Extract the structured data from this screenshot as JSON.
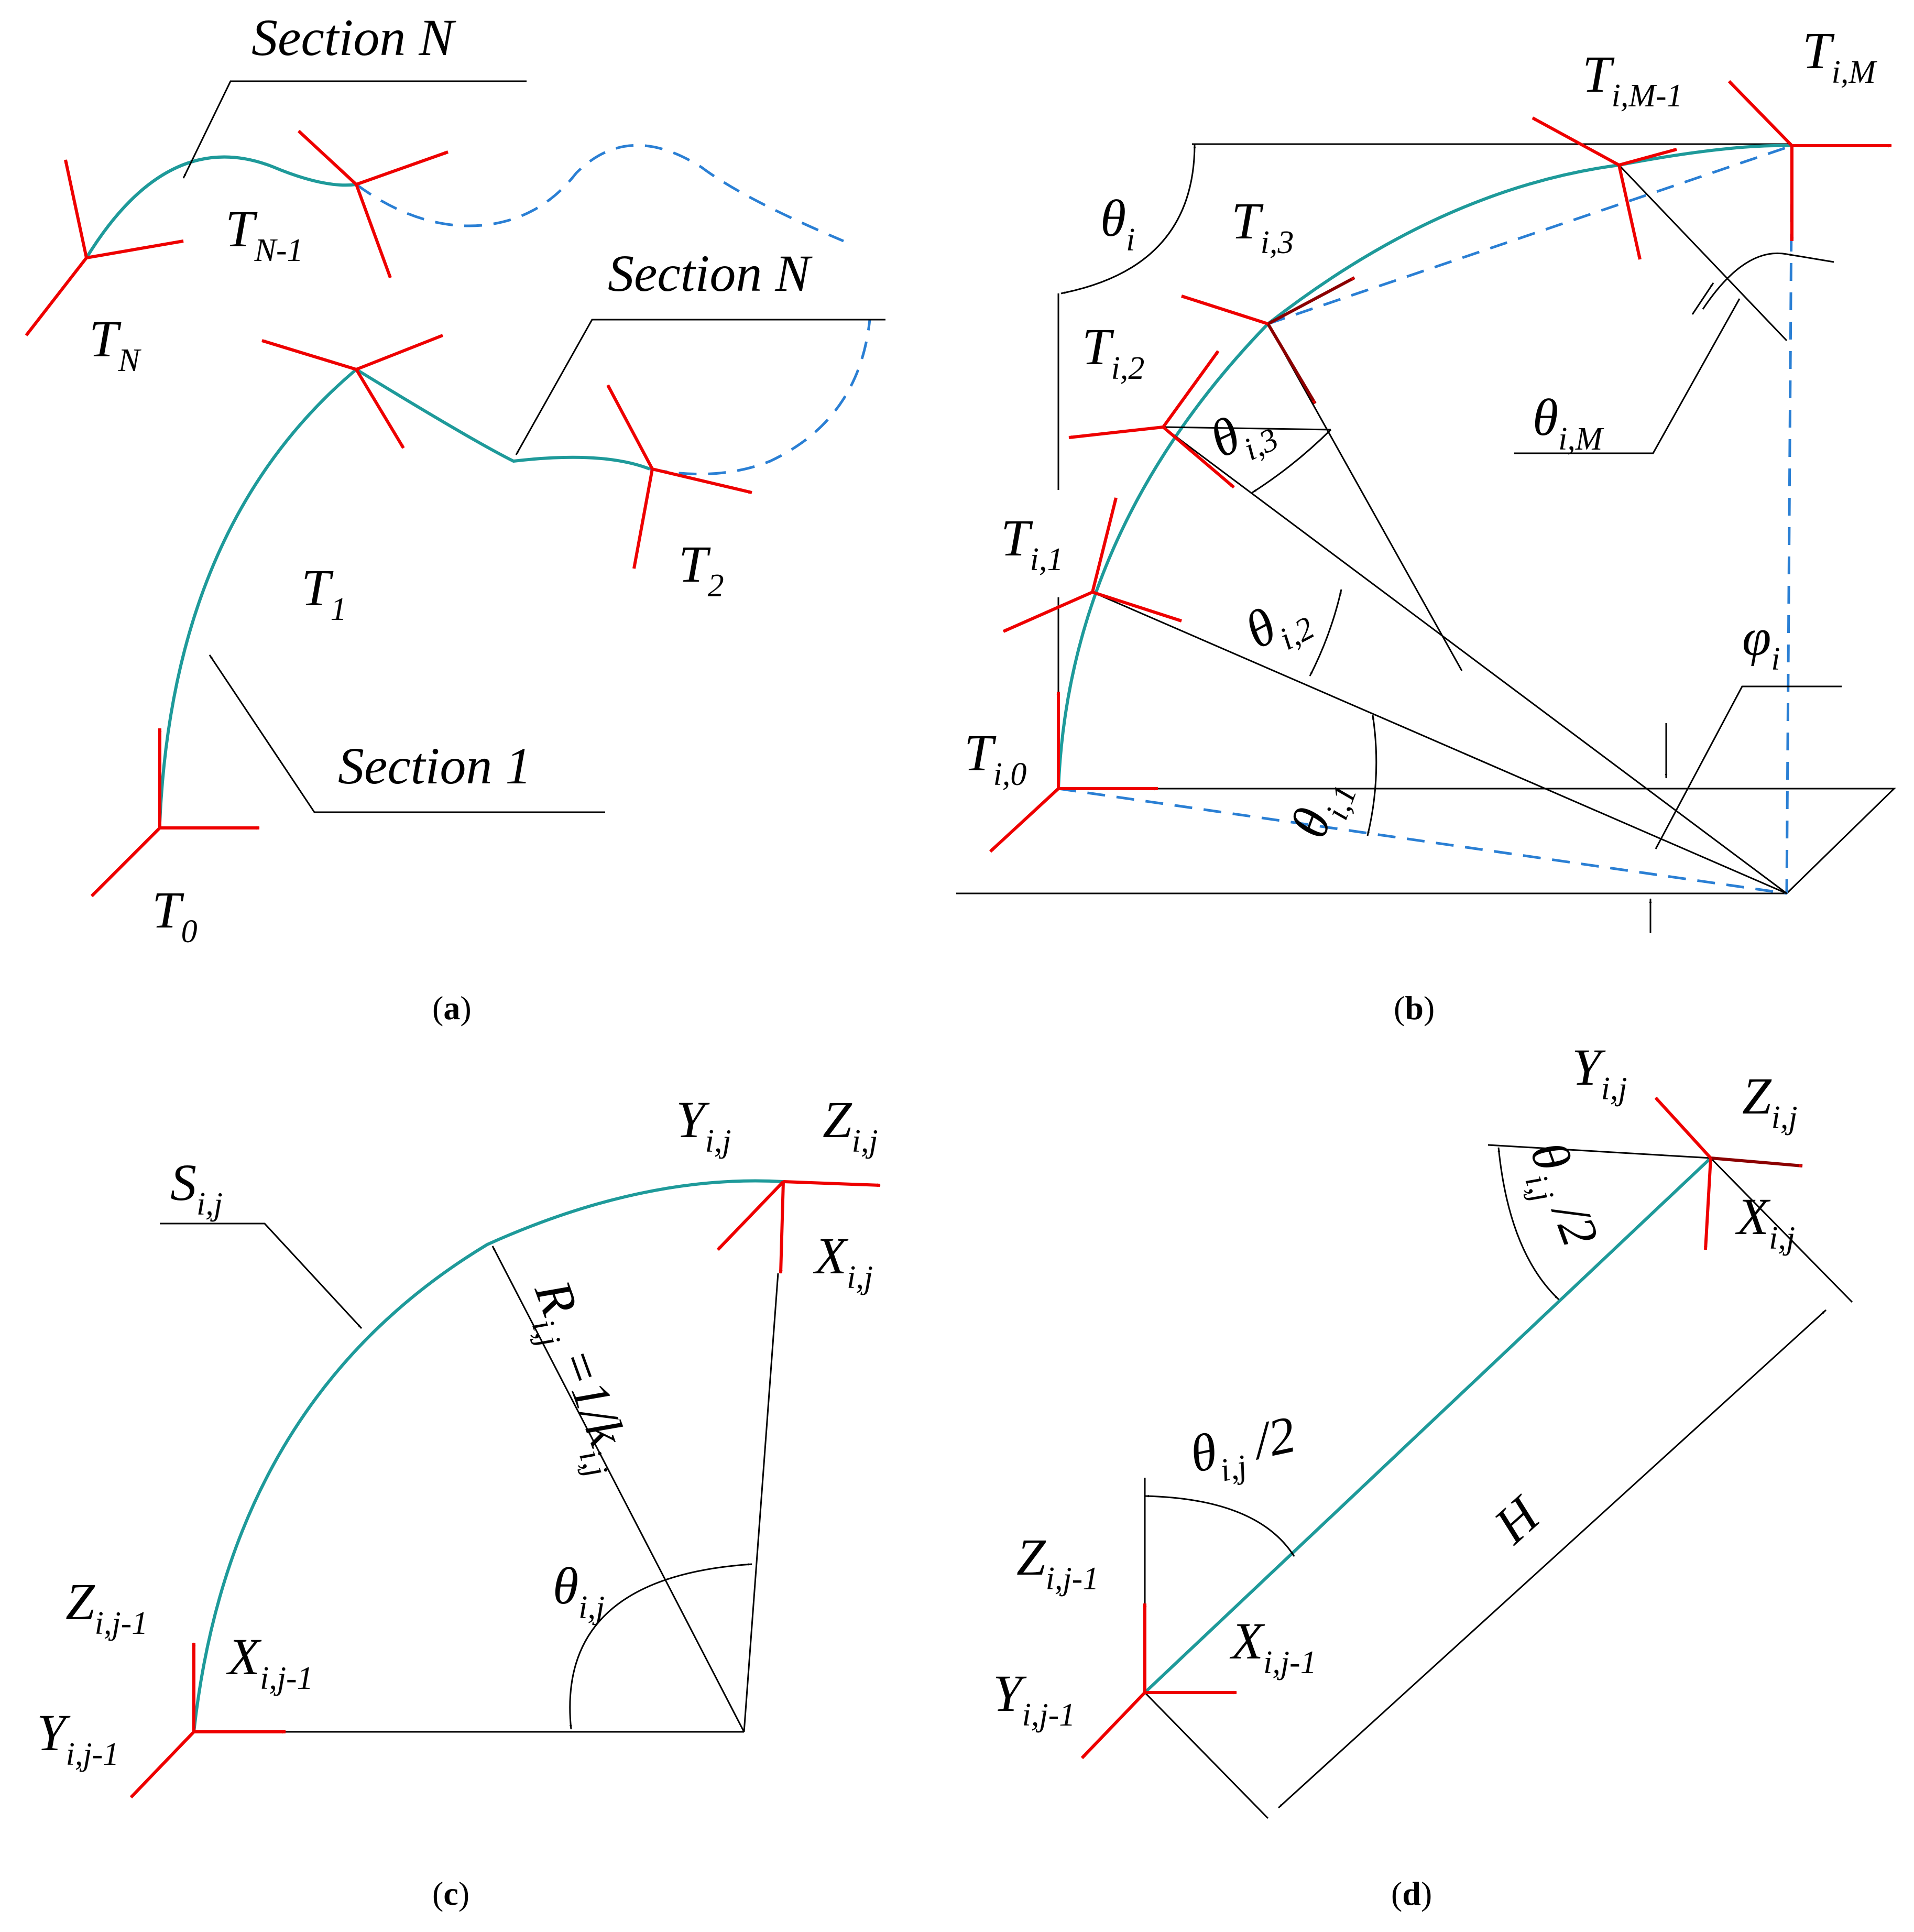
{
  "panel_a": {
    "caption": "a",
    "label_section_n_top": "Section N",
    "label_section_n_mid": "Section N",
    "label_section_1": "Section 1",
    "frames": [
      {
        "main": "T",
        "sub": "N"
      },
      {
        "main": "T",
        "sub": "N-1"
      },
      {
        "main": "T",
        "sub": "1"
      },
      {
        "main": "T",
        "sub": "2"
      },
      {
        "main": "T",
        "sub": "0"
      }
    ]
  },
  "panel_b": {
    "caption": "b",
    "theta_i": {
      "main": "θ",
      "sub": "i"
    },
    "phi_i": {
      "main": "φ",
      "sub": "i"
    },
    "frames": [
      {
        "main": "T",
        "sub": "i,M-1"
      },
      {
        "main": "T",
        "sub": "i,M"
      },
      {
        "main": "T",
        "sub": "i,3"
      },
      {
        "main": "T",
        "sub": "i,2"
      },
      {
        "main": "T",
        "sub": "i,1"
      },
      {
        "main": "T",
        "sub": "i,0"
      }
    ],
    "angles": [
      {
        "main": "θ",
        "sub": "i,M"
      },
      {
        "main": "θ",
        "sub": "i,3"
      },
      {
        "main": "θ",
        "sub": "i,2"
      },
      {
        "main": "θ",
        "sub": "i,1"
      }
    ]
  },
  "panel_c": {
    "caption": "c",
    "arc_label": {
      "main": "S",
      "sub": "i,j"
    },
    "radius_label": {
      "main": "R",
      "sub": "i,j",
      "tail": " =1/k",
      "sub2": "i,j"
    },
    "angle_label": {
      "main": "θ",
      "sub": "i,j"
    },
    "axes_end": [
      {
        "main": "Y",
        "sub": "i,j"
      },
      {
        "main": "Z",
        "sub": "i,j"
      },
      {
        "main": "X",
        "sub": "i,j"
      }
    ],
    "axes_start": [
      {
        "main": "Z",
        "sub": "i,j-1"
      },
      {
        "main": "X",
        "sub": "i,j-1"
      },
      {
        "main": "Y",
        "sub": "i,j-1"
      }
    ]
  },
  "panel_d": {
    "caption": "d",
    "half_angle_top": {
      "main": "θ",
      "sub": "i,j",
      "tail": " /2"
    },
    "half_angle_bottom": {
      "main": "θ",
      "sub": "i,j",
      "tail": " /2"
    },
    "length_label": "H",
    "axes_end": [
      {
        "main": "Y",
        "sub": "i,j"
      },
      {
        "main": "Z",
        "sub": "i,j"
      },
      {
        "main": "X",
        "sub": "i,j"
      }
    ],
    "axes_start": [
      {
        "main": "Z",
        "sub": "i,j-1"
      },
      {
        "main": "X",
        "sub": "i,j-1"
      },
      {
        "main": "Y",
        "sub": "i,j-1"
      }
    ]
  },
  "colors": {
    "arc": "#1e9a9a",
    "dashed": "#2a7fd4",
    "frame_axes": "#ee0000",
    "lines": "#000000"
  }
}
